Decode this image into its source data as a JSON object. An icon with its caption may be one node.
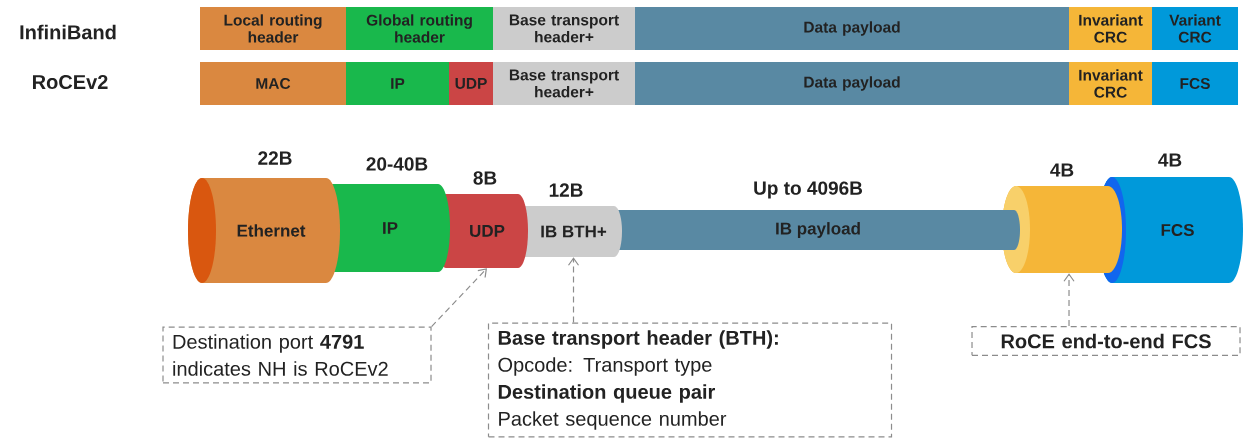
{
  "diagram": {
    "nodes": [
      {
        "text": [
          "Local routing header"
        ]
      },
      {
        "text": [
          "Global routing header"
        ]
      },
      {
        "text": [
          "Base transport header+"
        ]
      },
      {
        "text": [
          "Data payload"
        ]
      },
      {
        "text": [
          "Invariant CRC"
        ]
      },
      {
        "text": [
          "Variant CRC"
        ]
      },
      {
        "text": [
          "MAC"
        ]
      },
      {
        "text": [
          "IP"
        ]
      },
      {
        "text": [
          "UDP"
        ]
      },
      {
        "text": [
          "Base transport header+"
        ]
      },
      {
        "text": [
          "Data payload"
        ]
      },
      {
        "text": [
          "Invariant CRC"
        ]
      },
      {
        "text": [
          "FCS"
        ]
      },
      {
        "text": [
          "Ethernet"
        ],
        "beside": [
          "22B"
        ]
      },
      {
        "text": [
          "IP"
        ],
        "beside": [
          "20-40B"
        ]
      },
      {
        "text": [
          "UDP"
        ],
        "beside": [
          "8B"
        ]
      },
      {
        "text": [
          "IB BTH+"
        ],
        "beside": [
          "12B"
        ]
      },
      {
        "text": [
          "IB payload"
        ],
        "beside": [
          "Up to 4096B"
        ]
      },
      {
        "text": [],
        "shape": "cylinder",
        "beside": [
          "4B"
        ]
      },
      {
        "text": [
          "FCS"
        ],
        "beside": [
          "4B"
        ]
      },
      {
        "text": [
          "Destination port **4791** indicates NH is RoCEv2"
        ]
      },
      {
        "text": [
          "Base transport header (BTH):",
          "Opcode: Transport type",
          "Destination queue pair",
          "Packet sequence number"
        ]
      },
      {
        "text": [
          "RoCE end-to-end FCS"
        ]
      }
    ],
    "edges": [
      {
        "from": 20,
        "to": 15,
        "arrow": "to",
        "style": "dashed"
      },
      {
        "from": 21,
        "to": 16,
        "arrow": "to",
        "style": "dashed"
      },
      {
        "from": 22,
        "to": 18,
        "arrow": "to",
        "style": "dashed"
      }
    ],
    "labels": [
      "InfiniBand",
      "RoCEv2"
    ]
  }
}
